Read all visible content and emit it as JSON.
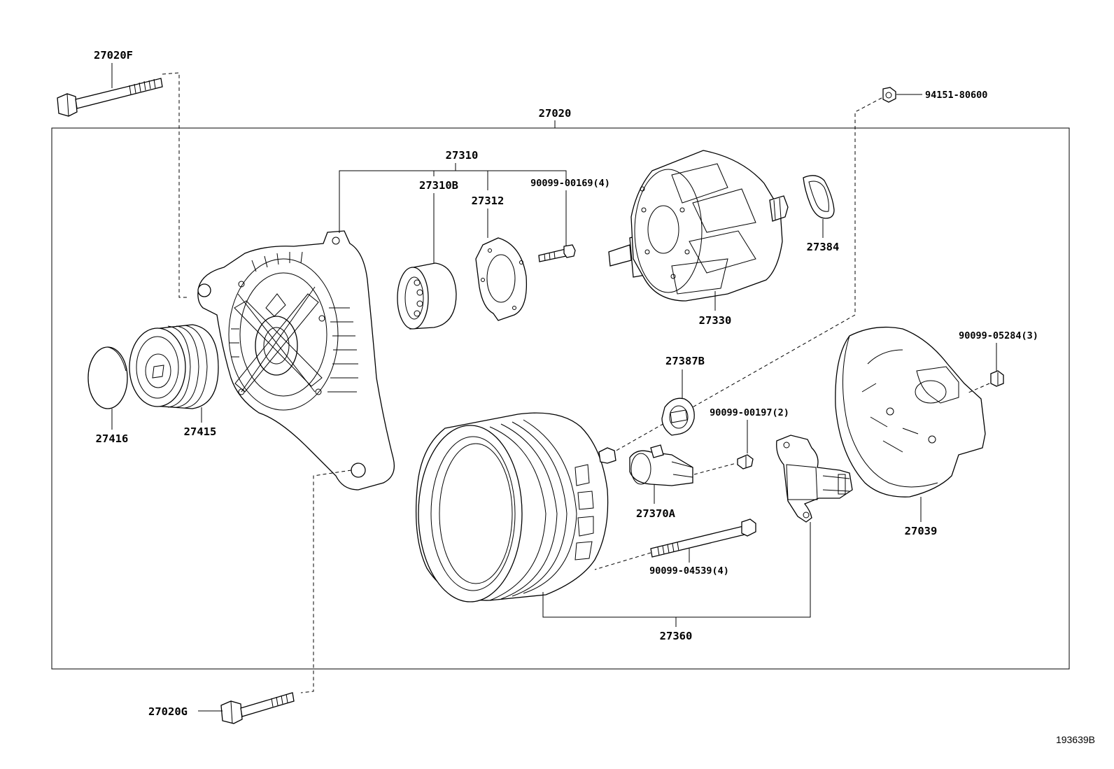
{
  "assembly_label": "27020",
  "footer_ref": "193639B",
  "labels": {
    "p27020F": "27020F",
    "p27020G": "27020G",
    "p94151": "94151-80600",
    "p27310": "27310",
    "p27310B": "27310B",
    "p27312": "27312",
    "p90099_00169": "90099-00169(4)",
    "p27384": "27384",
    "p27330": "27330",
    "p27416": "27416",
    "p27415": "27415",
    "p27387B": "27387B",
    "p90099_00197": "90099-00197(2)",
    "p90099_05284": "90099-05284(3)",
    "p27370A": "27370A",
    "p27039": "27039",
    "p90099_04539": "90099-04539(4)",
    "p27360": "27360"
  }
}
